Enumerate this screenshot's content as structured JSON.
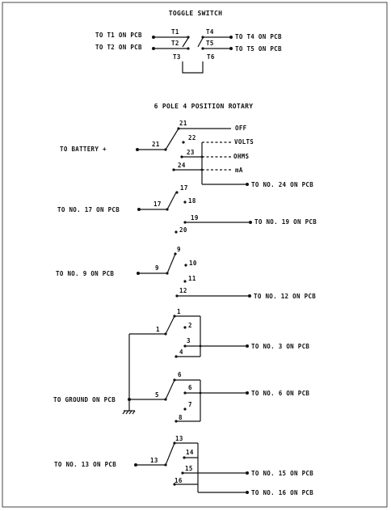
{
  "toggle": {
    "title": "TOGGLE SWITCH",
    "left_labels": [
      "TO T1 ON PCB",
      "TO T2 ON PCB"
    ],
    "right_labels": [
      "TO T4 ON PCB",
      "TO T5 ON PCB"
    ],
    "terminals": [
      "T1",
      "T2",
      "T3",
      "T4",
      "T5",
      "T6"
    ]
  },
  "rotary": {
    "title": "6 POLE 4 POSITION ROTARY",
    "pole1": {
      "input_label": "TO BATTERY +",
      "common": "21",
      "positions": [
        "21",
        "22",
        "23",
        "24"
      ],
      "outputs": [
        "OFF",
        "VOLTS",
        "OHMS",
        "mA"
      ],
      "pcb_label": "TO NO. 24 ON PCB"
    },
    "pole2": {
      "input_label": "TO NO. 17 ON PCB",
      "common": "17",
      "positions": [
        "17",
        "18",
        "19",
        "20"
      ],
      "pcb_label": "TO NO. 19 ON PCB"
    },
    "pole3": {
      "input_label": "TO NO. 9 ON PCB",
      "common": "9",
      "positions": [
        "9",
        "10",
        "11",
        "12"
      ],
      "pcb_label": "TO NO. 12 ON PCB"
    },
    "pole4": {
      "common": "1",
      "positions": [
        "1",
        "2",
        "3",
        "4"
      ],
      "pcb_label": "TO NO. 3 ON PCB"
    },
    "pole5": {
      "input_label": "TO GROUND ON PCB",
      "common": "5",
      "positions": [
        "6",
        "6",
        "7",
        "8"
      ],
      "pcb_label": "TO NO. 6 ON PCB"
    },
    "pole6": {
      "input_label": "TO NO. 13 ON PCB",
      "common": "13",
      "positions": [
        "13",
        "14",
        "15",
        "16"
      ],
      "pcb_labels": [
        "TO NO. 15 ON PCB",
        "TO NO. 16 ON PCB"
      ]
    }
  }
}
